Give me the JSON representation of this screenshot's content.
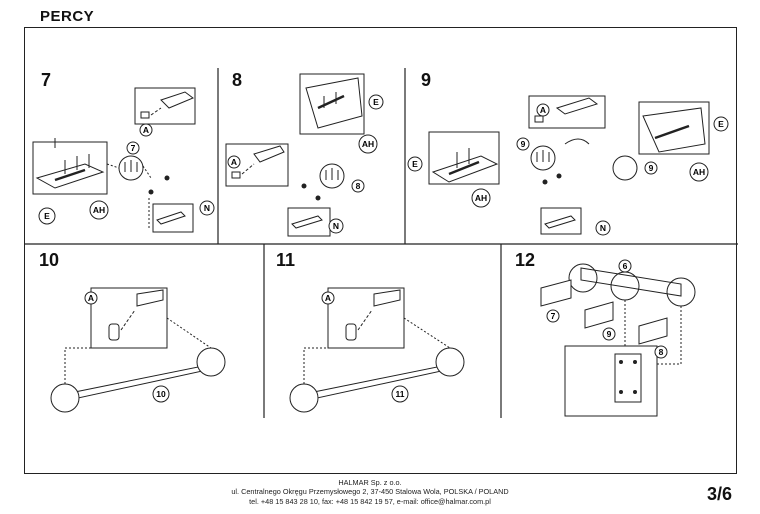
{
  "document": {
    "title": "PERCY",
    "page_number": "3/6"
  },
  "steps": [
    {
      "number": "7",
      "callouts": [
        "A",
        "7",
        "E",
        "AH",
        "N"
      ]
    },
    {
      "number": "8",
      "callouts": [
        "E",
        "AH",
        "A",
        "8",
        "N"
      ]
    },
    {
      "number": "9",
      "callouts": [
        "E",
        "AH",
        "9",
        "A",
        "E",
        "AH",
        "9",
        "N"
      ]
    },
    {
      "number": "10",
      "callouts": [
        "A",
        "10"
      ]
    },
    {
      "number": "11",
      "callouts": [
        "A",
        "11"
      ]
    },
    {
      "number": "12",
      "callouts": [
        "6",
        "7",
        "9",
        "8"
      ]
    }
  ],
  "footer": {
    "company": "HALMAR Sp. z o.o.",
    "address": "ul. Centralnego Okręgu Przemysłowego 2, 37-450 Stalowa Wola, POLSKA / POLAND",
    "contact": "tel. +48 15 843 28 10, fax: +48 15 842 19 57, e-mail: office@halmar.com.pl"
  }
}
